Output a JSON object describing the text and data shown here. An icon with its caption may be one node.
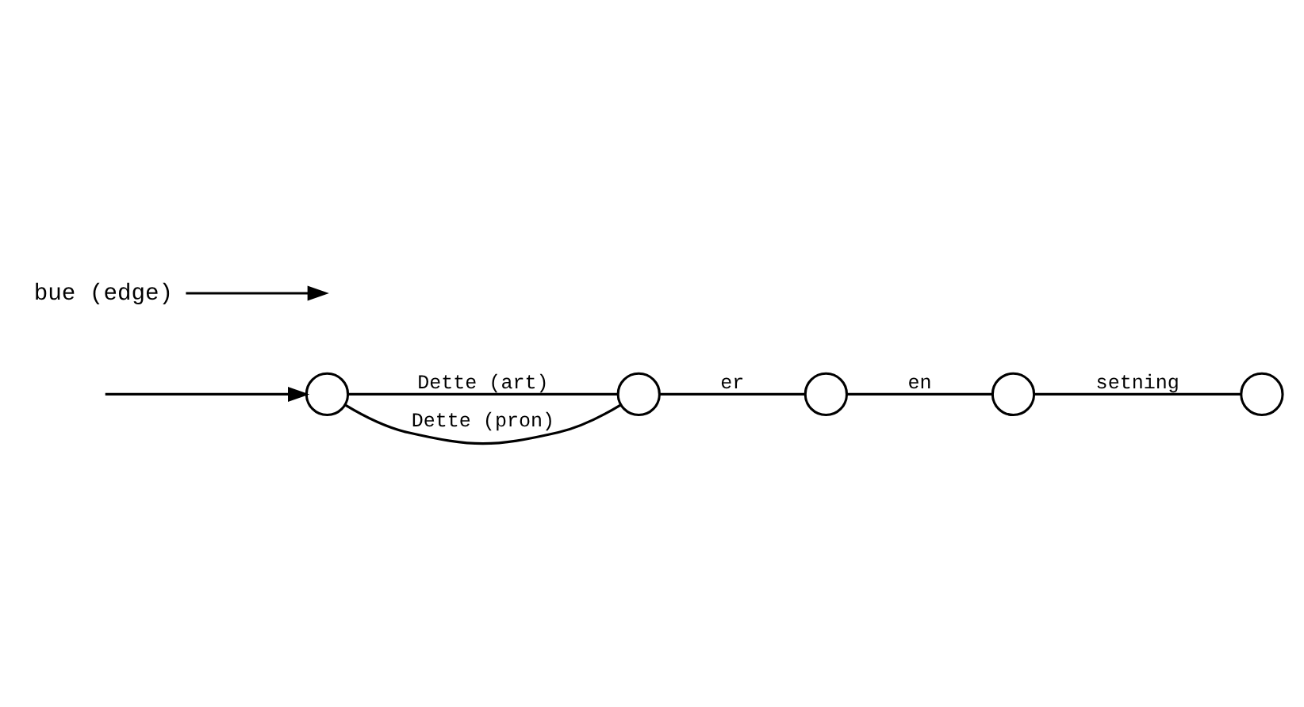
{
  "diagram": {
    "nodes": [
      {
        "text": [],
        "shape": "circle"
      },
      {
        "text": [],
        "shape": "circle"
      },
      {
        "text": [],
        "shape": "circle"
      },
      {
        "text": [],
        "shape": "circle"
      },
      {
        "text": [],
        "shape": "circle"
      },
      {
        "text": [
          "bue (edge)"
        ]
      }
    ],
    "edges": [
      {
        "from": 0,
        "to": 1,
        "arrow": "none",
        "label": "Dette (art)"
      },
      {
        "from": 0,
        "to": 1,
        "arrow": "none",
        "label": "Dette (pron)"
      },
      {
        "from": 1,
        "to": 2,
        "arrow": "none",
        "label": "er"
      },
      {
        "from": 2,
        "to": 3,
        "arrow": "none",
        "label": "en"
      },
      {
        "from": 3,
        "to": 4,
        "arrow": "none",
        "label": "setning"
      },
      {
        "from": 5,
        "to": null,
        "arrow": "to"
      },
      {
        "from": null,
        "to": 0,
        "arrow": "to"
      }
    ]
  }
}
